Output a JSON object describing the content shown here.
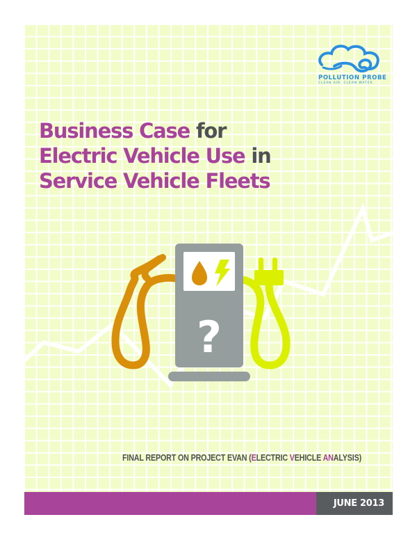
{
  "cover": {
    "logo": {
      "icon": "cloud-wave-icon",
      "name": "POLLUTION PROBE",
      "tagline": "CLEAN AIR. CLEAN WATER.",
      "color": "#2b8fe0"
    },
    "title": {
      "line1_highlight": "Business Case",
      "line1_plain": " for",
      "line2_highlight": "Electric Vehicle Use",
      "line2_plain": " in",
      "line3_highlight": "Service Vehicle Fleets",
      "highlight_color": "#a8439b",
      "plain_color": "#4f5253"
    },
    "illustration": {
      "pump": "fuel-pump-icon",
      "screen_icons": [
        "fuel-drop-icon",
        "lightning-bolt-icon"
      ],
      "center_symbol": "?",
      "left_hose": "gas-nozzle-icon",
      "right_hose": "electric-plug-icon",
      "colors": {
        "pump": "#959d9d",
        "fuel": "#d98f0a",
        "electric": "#dbf000",
        "background": "#f2fcc9"
      }
    },
    "subtitle": {
      "part1": "FINAL REPORT ON PROJECT EVAN (",
      "e": "E",
      "part2": "LECTRIC ",
      "v": "V",
      "part3": "EHICLE ",
      "an": "AN",
      "part4": "ALYSIS)"
    },
    "footer": {
      "date": "JUNE 2013",
      "bar_color": "#a8449a",
      "date_bg": "#585c5e"
    }
  }
}
